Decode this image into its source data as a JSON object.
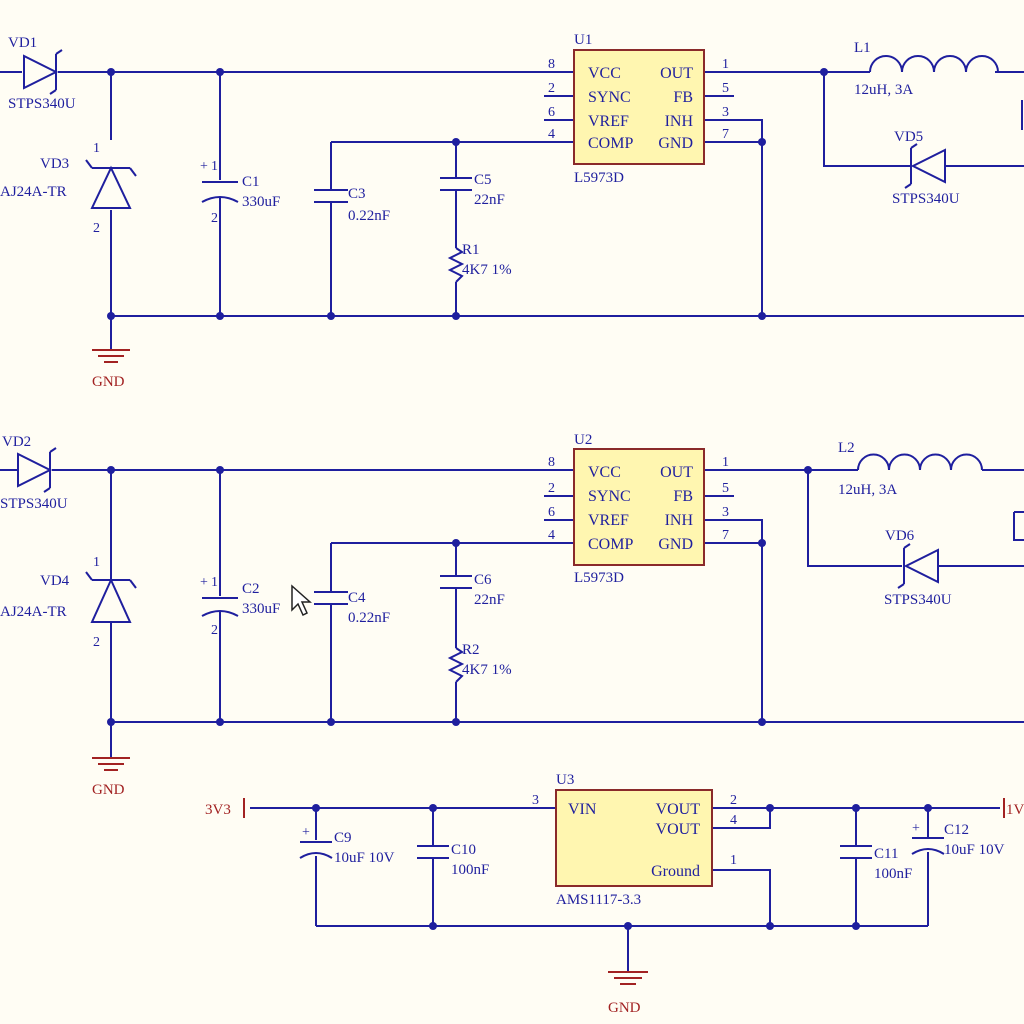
{
  "colors": {
    "background": "#fffdf4",
    "wire": "#1f1f9e",
    "ic_fill": "#fff6b0",
    "ic_border": "#8a2a2a",
    "power_port": "#a22222"
  },
  "ics": {
    "u1": {
      "ref": "U1",
      "part": "L5973D",
      "pins_left": [
        "VCC",
        "SYNC",
        "VREF",
        "COMP"
      ],
      "pins_right": [
        "OUT",
        "FB",
        "INH",
        "GND"
      ],
      "nums_left": [
        "8",
        "2",
        "6",
        "4"
      ],
      "nums_right": [
        "1",
        "5",
        "3",
        "7"
      ]
    },
    "u2": {
      "ref": "U2",
      "part": "L5973D",
      "pins_left": [
        "VCC",
        "SYNC",
        "VREF",
        "COMP"
      ],
      "pins_right": [
        "OUT",
        "FB",
        "INH",
        "GND"
      ],
      "nums_left": [
        "8",
        "2",
        "6",
        "4"
      ],
      "nums_right": [
        "1",
        "5",
        "3",
        "7"
      ]
    },
    "u3": {
      "ref": "U3",
      "part": "AMS1117-3.3",
      "pin_vin": "VIN",
      "pin_vout1": "VOUT",
      "pin_vout2": "VOUT",
      "pin_ground": "Ground",
      "num_vin": "3",
      "num_vout1": "2",
      "num_vout2": "4",
      "num_ground": "1"
    }
  },
  "parts": {
    "vd1": {
      "ref": "VD1",
      "value": "STPS340U"
    },
    "vd2": {
      "ref": "VD2",
      "value": "STPS340U"
    },
    "vd3": {
      "ref": "VD3",
      "value": "AJ24A-TR",
      "pin1": "1",
      "pin2": "2"
    },
    "vd4": {
      "ref": "VD4",
      "value": "AJ24A-TR",
      "pin1": "1",
      "pin2": "2"
    },
    "vd5": {
      "ref": "VD5",
      "value": "STPS340U"
    },
    "vd6": {
      "ref": "VD6",
      "value": "STPS340U"
    },
    "c1": {
      "ref": "C1",
      "value": "330uF",
      "pin1": "1",
      "pin2": "2"
    },
    "c2": {
      "ref": "C2",
      "value": "330uF",
      "pin1": "1",
      "pin2": "2"
    },
    "c3": {
      "ref": "C3",
      "value": "0.22nF"
    },
    "c4": {
      "ref": "C4",
      "value": "0.22nF"
    },
    "c5": {
      "ref": "C5",
      "value": "22nF"
    },
    "c6": {
      "ref": "C6",
      "value": "22nF"
    },
    "c9": {
      "ref": "C9",
      "value": "10uF 10V"
    },
    "c10": {
      "ref": "C10",
      "value": "100nF"
    },
    "c11": {
      "ref": "C11",
      "value": "100nF"
    },
    "c12": {
      "ref": "C12",
      "value": "10uF 10V"
    },
    "r1": {
      "ref": "R1",
      "value": "4K7 1%"
    },
    "r2": {
      "ref": "R2",
      "value": "4K7 1%"
    },
    "l1": {
      "ref": "L1",
      "value": "12uH, 3A"
    },
    "l2": {
      "ref": "L2",
      "value": "12uH, 3A"
    }
  },
  "ports": {
    "gnd1": "GND",
    "gnd2": "GND",
    "gnd3": "GND",
    "p3v3_in": "3V3",
    "out_right": "1V"
  },
  "cursor_icon": "mouse-pointer-icon"
}
